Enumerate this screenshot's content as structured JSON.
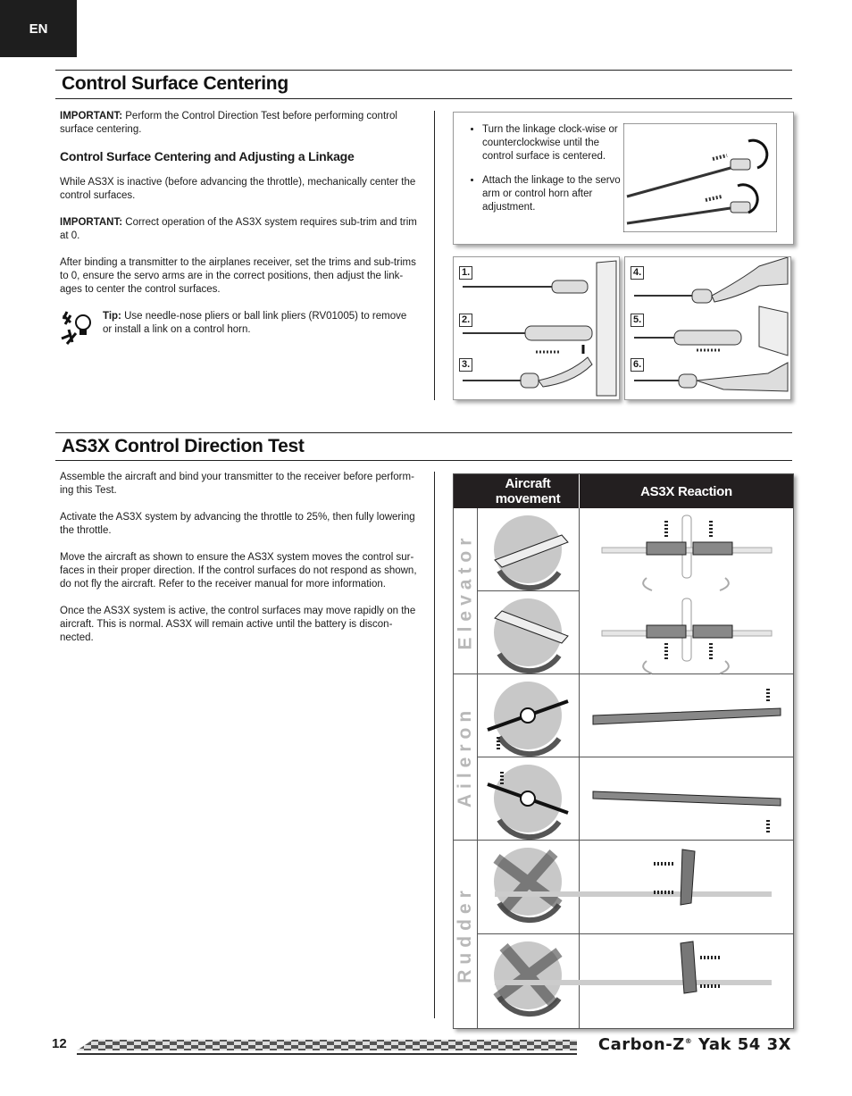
{
  "lang_tab": "EN",
  "section1": {
    "title": "Control Surface Centering",
    "important1_label": "IMPORTANT:",
    "important1_text": " Perform the Control Direction Test before performing control surface centering.",
    "subhead": "Control Surface Centering and Adjusting a Linkage",
    "para1": "While AS3X is inactive (before advancing the throttle), mechanically center the control surfaces.",
    "important2_label": "IMPORTANT:",
    "important2_text": " Correct operation of the AS3X system requires sub-trim and trim at 0.",
    "para2": "After binding a transmitter to the airplanes receiver, set the trims and sub-trims to 0, ensure the servo arms are in the correct positions, then adjust the link-ages to center the control surfaces.",
    "tip_label": "Tip:",
    "tip_text": " Use needle-nose pliers or ball link pliers (RV01005) to remove or install a link on a control horn.",
    "tip_icon": "tools-lightbulb-icon",
    "bullets": [
      "Turn the linkage clock-wise or counterclockwise until the control surface is centered.",
      "Attach the linkage to the servo arm or control horn after adjustment."
    ],
    "steps": [
      "1.",
      "2.",
      "3.",
      "4.",
      "5.",
      "6."
    ]
  },
  "section2": {
    "title": "AS3X Control Direction Test",
    "paras": [
      "Assemble the aircraft and bind your transmitter to the receiver before perform-ing this Test.",
      "Activate the AS3X system by advancing the throttle to 25%, then fully lowering the throttle.",
      "Move the aircraft as shown to ensure the AS3X system moves the control sur-faces in their proper direction. If the control surfaces do not respond as shown, do not fly the aircraft. Refer to the receiver manual for more information.",
      "Once the AS3X system is active, the control surfaces may move rapidly on the aircraft. This is normal. AS3X will remain active until the battery is discon-nected."
    ],
    "table": {
      "col1_header": "Aircraft movement",
      "col2_header": "AS3X Reaction",
      "groups": [
        "Elevator",
        "Aileron",
        "Rudder"
      ]
    }
  },
  "footer": {
    "page_number": "12",
    "brand": "Carbon-Z",
    "brand_reg": "®",
    "model": " Yak 54 3X"
  },
  "colors": {
    "header_bg": "#231f20",
    "side_label": "#b8b8b8"
  }
}
